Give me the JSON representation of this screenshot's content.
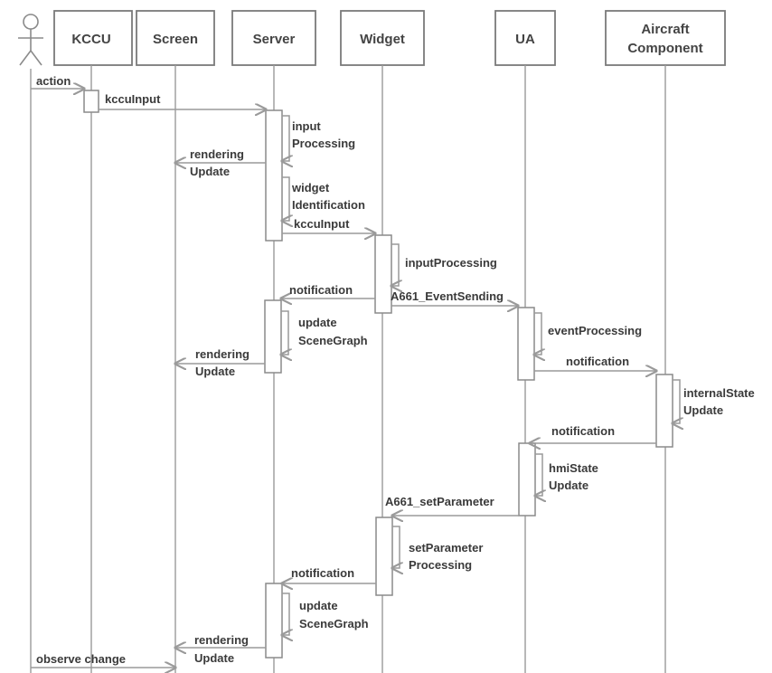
{
  "actor": {
    "name": "user-actor"
  },
  "lifelines": [
    {
      "id": "kccu",
      "lines": [
        "KCCU"
      ]
    },
    {
      "id": "screen",
      "lines": [
        "Screen"
      ]
    },
    {
      "id": "server",
      "lines": [
        "Server"
      ]
    },
    {
      "id": "widget",
      "lines": [
        "Widget"
      ]
    },
    {
      "id": "ua",
      "lines": [
        "UA"
      ]
    },
    {
      "id": "aircraft",
      "lines": [
        "Aircraft",
        "Component"
      ]
    }
  ],
  "messages": [
    {
      "from": "actor",
      "to": "kccu",
      "lines": [
        "action"
      ]
    },
    {
      "from": "kccu",
      "to": "server",
      "lines": [
        "kccuInput"
      ]
    },
    {
      "from": "server",
      "to": "server",
      "lines": [
        "input",
        "Processing"
      ]
    },
    {
      "from": "server",
      "to": "screen",
      "lines": [
        "rendering",
        "Update"
      ]
    },
    {
      "from": "server",
      "to": "server",
      "lines": [
        "widget",
        "Identification"
      ]
    },
    {
      "from": "server",
      "to": "widget",
      "lines": [
        "kccuInput"
      ]
    },
    {
      "from": "widget",
      "to": "widget",
      "lines": [
        "inputProcessing"
      ]
    },
    {
      "from": "widget",
      "to": "server",
      "lines": [
        "notification"
      ]
    },
    {
      "from": "widget",
      "to": "ua",
      "lines": [
        "A661_EventSending"
      ]
    },
    {
      "from": "server",
      "to": "server",
      "lines": [
        "update",
        "SceneGraph"
      ]
    },
    {
      "from": "server",
      "to": "screen",
      "lines": [
        "rendering",
        "Update"
      ]
    },
    {
      "from": "ua",
      "to": "ua",
      "lines": [
        "eventProcessing"
      ]
    },
    {
      "from": "ua",
      "to": "aircraft",
      "lines": [
        "notification"
      ]
    },
    {
      "from": "aircraft",
      "to": "aircraft",
      "lines": [
        "internalState",
        "Update"
      ]
    },
    {
      "from": "aircraft",
      "to": "ua",
      "lines": [
        "notification"
      ]
    },
    {
      "from": "ua",
      "to": "ua",
      "lines": [
        "hmiState",
        "Update"
      ]
    },
    {
      "from": "ua",
      "to": "widget",
      "lines": [
        "A661_setParameter"
      ]
    },
    {
      "from": "widget",
      "to": "widget",
      "lines": [
        "setParameter",
        "Processing"
      ]
    },
    {
      "from": "widget",
      "to": "server",
      "lines": [
        "notification"
      ]
    },
    {
      "from": "server",
      "to": "server",
      "lines": [
        "update",
        "SceneGraph"
      ]
    },
    {
      "from": "server",
      "to": "screen",
      "lines": [
        "rendering",
        "Update"
      ]
    },
    {
      "from": "actor",
      "to": "screen",
      "lines": [
        "observe change"
      ]
    }
  ]
}
